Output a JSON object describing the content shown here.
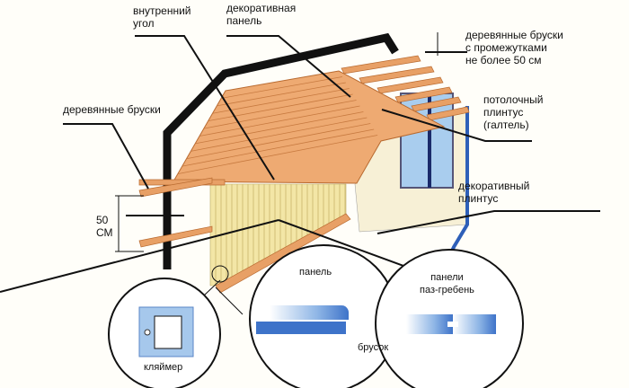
{
  "labels": {
    "inner_corner": "внутренний\nугол",
    "decorative_panel": "декоративная\nпанель",
    "ceiling_battens": "деревянные бруски\nс промежутками\nне более 50 см",
    "wall_battens": "деревянные бруски",
    "ceiling_plinth": "потолочный\nплинтус\n(галтель)",
    "decorative_plinth": "декоративный\nплинтус",
    "spacing": "50\nСМ",
    "panel": "панель",
    "tongue_groove": "панели\nпаз-гребень",
    "batten": "брусок",
    "clip": "кляймер"
  },
  "colors": {
    "wood": "#e8a066",
    "wall": "#f7f0d6",
    "panel_wall": "#f3e6a6",
    "outline": "#111111",
    "blue": "#4a7fd0",
    "light_blue": "#c6dcf3"
  }
}
